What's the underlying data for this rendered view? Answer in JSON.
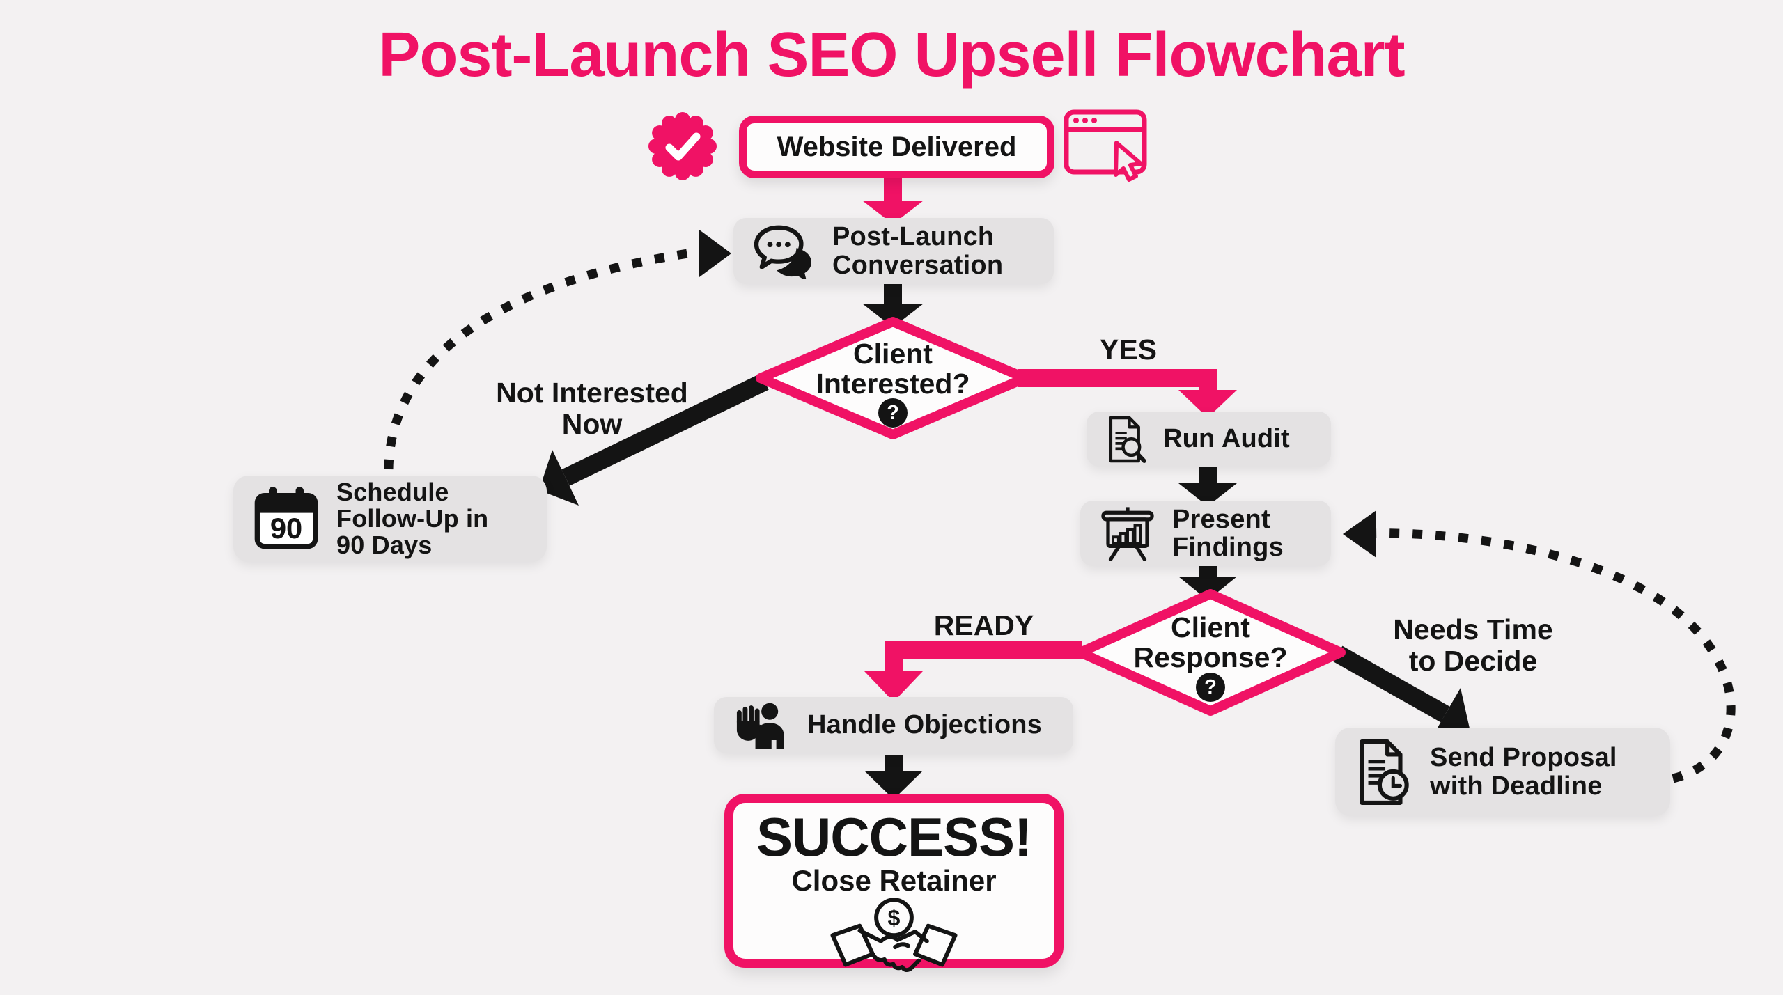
{
  "title": "Post-Launch SEO Upsell Flowchart",
  "colors": {
    "pink": "#F01265",
    "ink": "#141414",
    "box_gray": "#E4E2E3",
    "bg": "#F3F1F2",
    "paper": "#FDFCFC"
  },
  "nodes": {
    "website_delivered": {
      "label": "Website Delivered"
    },
    "post_launch_conversation": {
      "line1": "Post-Launch",
      "line2": "Conversation"
    },
    "client_interested": {
      "line1": "Client",
      "line2": "Interested?"
    },
    "run_audit": {
      "label": "Run Audit"
    },
    "present_findings": {
      "line1": "Present",
      "line2": "Findings"
    },
    "client_response": {
      "line1": "Client",
      "line2": "Response?"
    },
    "handle_objections": {
      "label": "Handle Objections"
    },
    "send_proposal": {
      "line1": "Send Proposal",
      "line2": "with Deadline"
    },
    "schedule_followup": {
      "line1": "Schedule",
      "line2": "Follow-Up in",
      "line3": "90 Days"
    },
    "success": {
      "title": "SUCCESS!",
      "subtitle": "Close Retainer"
    }
  },
  "labels": {
    "yes": "YES",
    "ready": "READY",
    "not_interested": {
      "line1": "Not Interested",
      "line2": "Now"
    },
    "needs_time": {
      "line1": "Needs Time",
      "line2": "to Decide"
    }
  },
  "icons": {
    "question_mark": "?",
    "calendar_number": "90",
    "dollar_sign": "$"
  }
}
